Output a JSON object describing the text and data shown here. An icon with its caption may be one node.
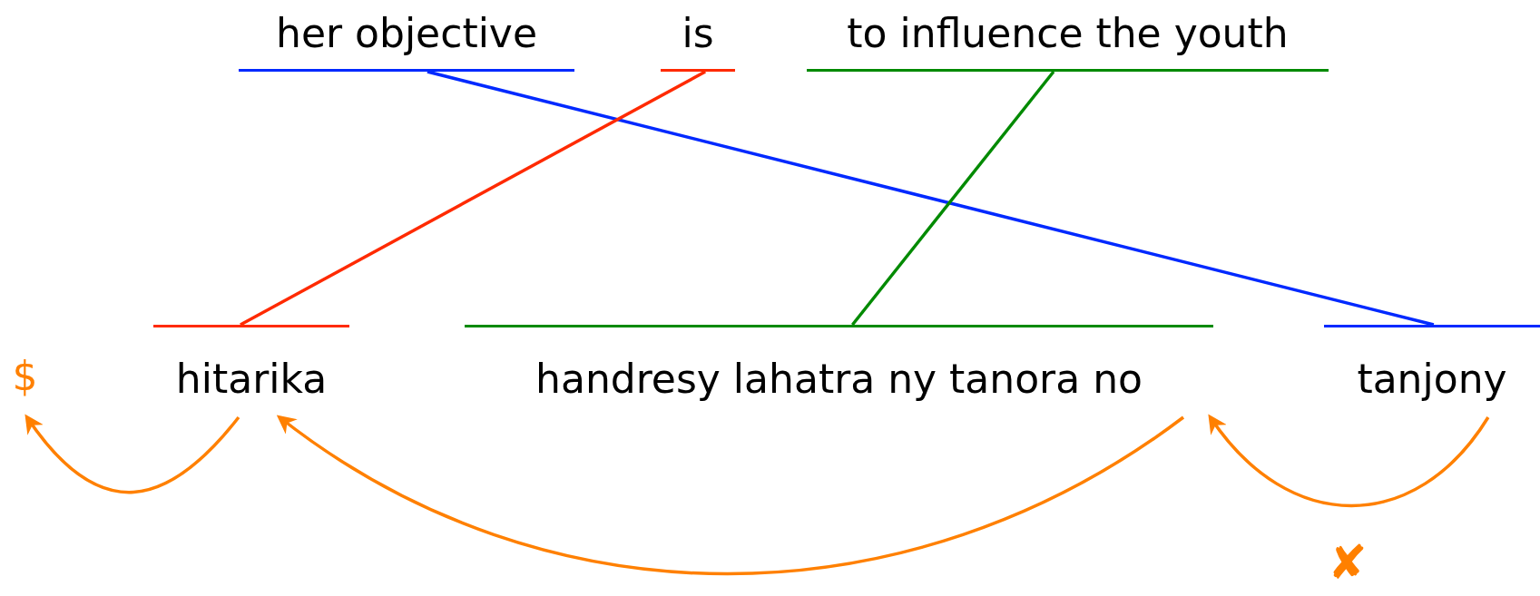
{
  "diagram": {
    "nodes": [
      {
        "text": [
          "her objective"
        ]
      },
      {
        "text": [
          "is"
        ]
      },
      {
        "text": [
          "to influence the youth"
        ]
      },
      {
        "text": [
          "hitarika"
        ]
      },
      {
        "text": [
          "handresy lahatra ny tanora no"
        ]
      },
      {
        "text": [
          "tanjony"
        ]
      },
      {
        "text": [
          "$"
        ]
      }
    ],
    "edges": [
      {
        "from": 0,
        "to": 5,
        "arrow": "none",
        "color": "#0029ff"
      },
      {
        "from": 1,
        "to": 3,
        "arrow": "none",
        "color": "#ff2a00"
      },
      {
        "from": 2,
        "to": 4,
        "arrow": "none",
        "color": "#008a00"
      },
      {
        "from": 3,
        "to": 6,
        "arrow": "to",
        "color": "#ff8000"
      },
      {
        "from": 4,
        "to": 3,
        "arrow": "to",
        "color": "#ff8000"
      },
      {
        "from": 5,
        "to": 4,
        "arrow": "to",
        "color": "#ff8000",
        "label": "✘"
      }
    ]
  }
}
